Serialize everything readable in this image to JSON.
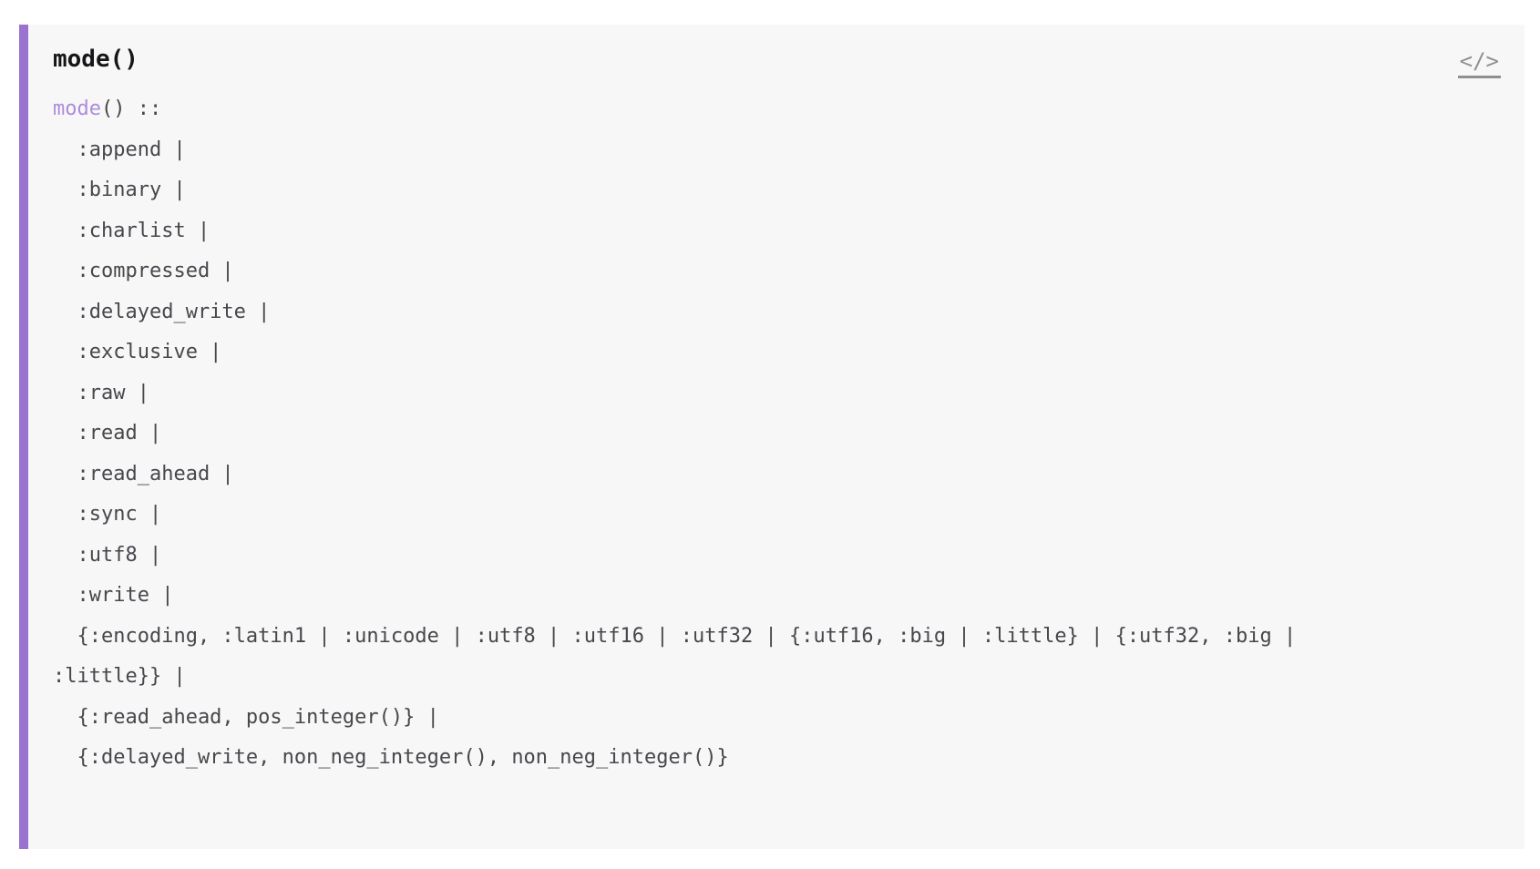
{
  "block": {
    "heading": "mode()",
    "view_source": {
      "icon_label": "</>"
    },
    "spec": {
      "head_link": "mode",
      "head_rest": "() ::",
      "lines": [
        "  :append |",
        "  :binary |",
        "  :charlist |",
        "  :compressed |",
        "  :delayed_write |",
        "  :exclusive |",
        "  :raw |",
        "  :read |",
        "  :read_ahead |",
        "  :sync |",
        "  :utf8 |",
        "  :write |",
        "  {:encoding, :latin1 | :unicode | :utf8 | :utf16 | :utf32 | {:utf16, :big | :little} | {:utf32, :big |",
        ":little}} |",
        "  {:read_ahead, pos_integer()} |",
        "  {:delayed_write, non_neg_integer(), non_neg_integer()}"
      ]
    },
    "colors": {
      "accent_border": "#9b72d0",
      "type_link": "#ac8cda",
      "block_background": "#f7f7f8",
      "code_text": "#47474c",
      "icon_gray": "#8f8f90"
    }
  }
}
